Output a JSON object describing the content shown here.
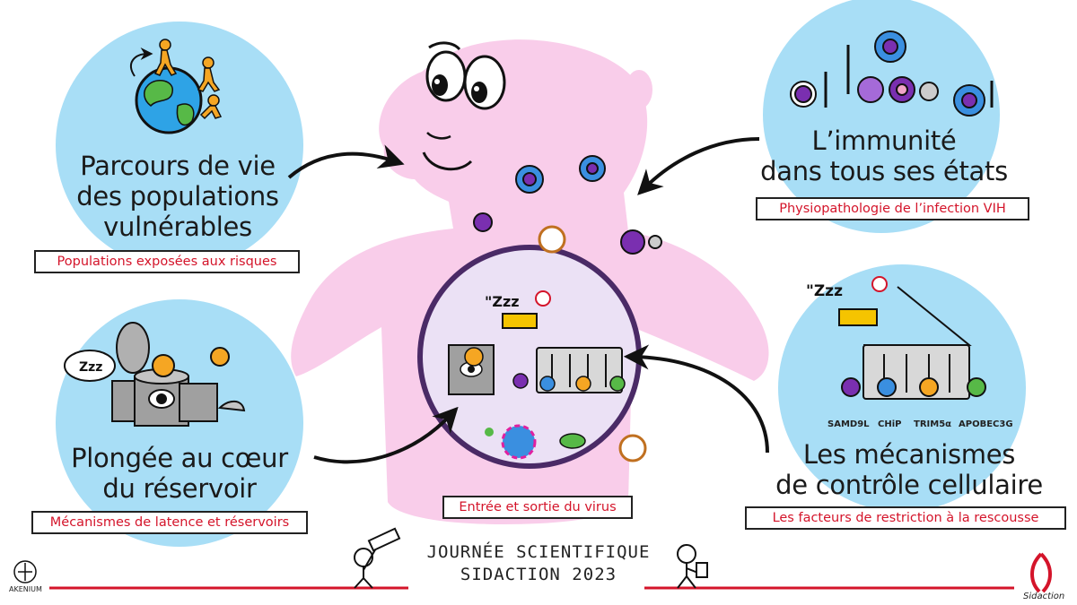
{
  "panels": {
    "top_left": {
      "title_lines": [
        "Parcours de vie",
        "des populations",
        "vulnérables"
      ],
      "tag": "Populations exposées aux risques"
    },
    "top_right": {
      "title_lines": [
        "L’immunité",
        "dans tous ses états"
      ],
      "tag": "Physiopathologie de l’infection VIH"
    },
    "bottom_left": {
      "title_lines": [
        "Plongée au cœur",
        "du réservoir"
      ],
      "tag": "Mécanismes de latence et réservoirs"
    },
    "bottom_right": {
      "title_lines": [
        "Les mécanismes",
        "de contrôle cellulaire"
      ],
      "tag": "Les facteurs de restriction à la rescousse",
      "factors": [
        "SAMD9L",
        "CHiP",
        "TRIM5α",
        "APOBEC3G"
      ]
    },
    "center": {
      "tag": "Entrée et sortie du virus"
    }
  },
  "footer": {
    "title_lines": [
      "JOURNÉE SCIENTIFIQUE",
      "SIDACTION 2023"
    ],
    "left_logo": "AKENIUM",
    "right_logo": "Sidaction"
  },
  "colors": {
    "body_pink": "#f9cdea",
    "bubble_blue": "#a8def6",
    "accent_red": "#d4142a",
    "cell_lilac": "#ebe1f5",
    "membrane_purple": "#4a2a66",
    "virus_blue": "#3a8fe0",
    "virus_purple": "#7a2fb0"
  }
}
